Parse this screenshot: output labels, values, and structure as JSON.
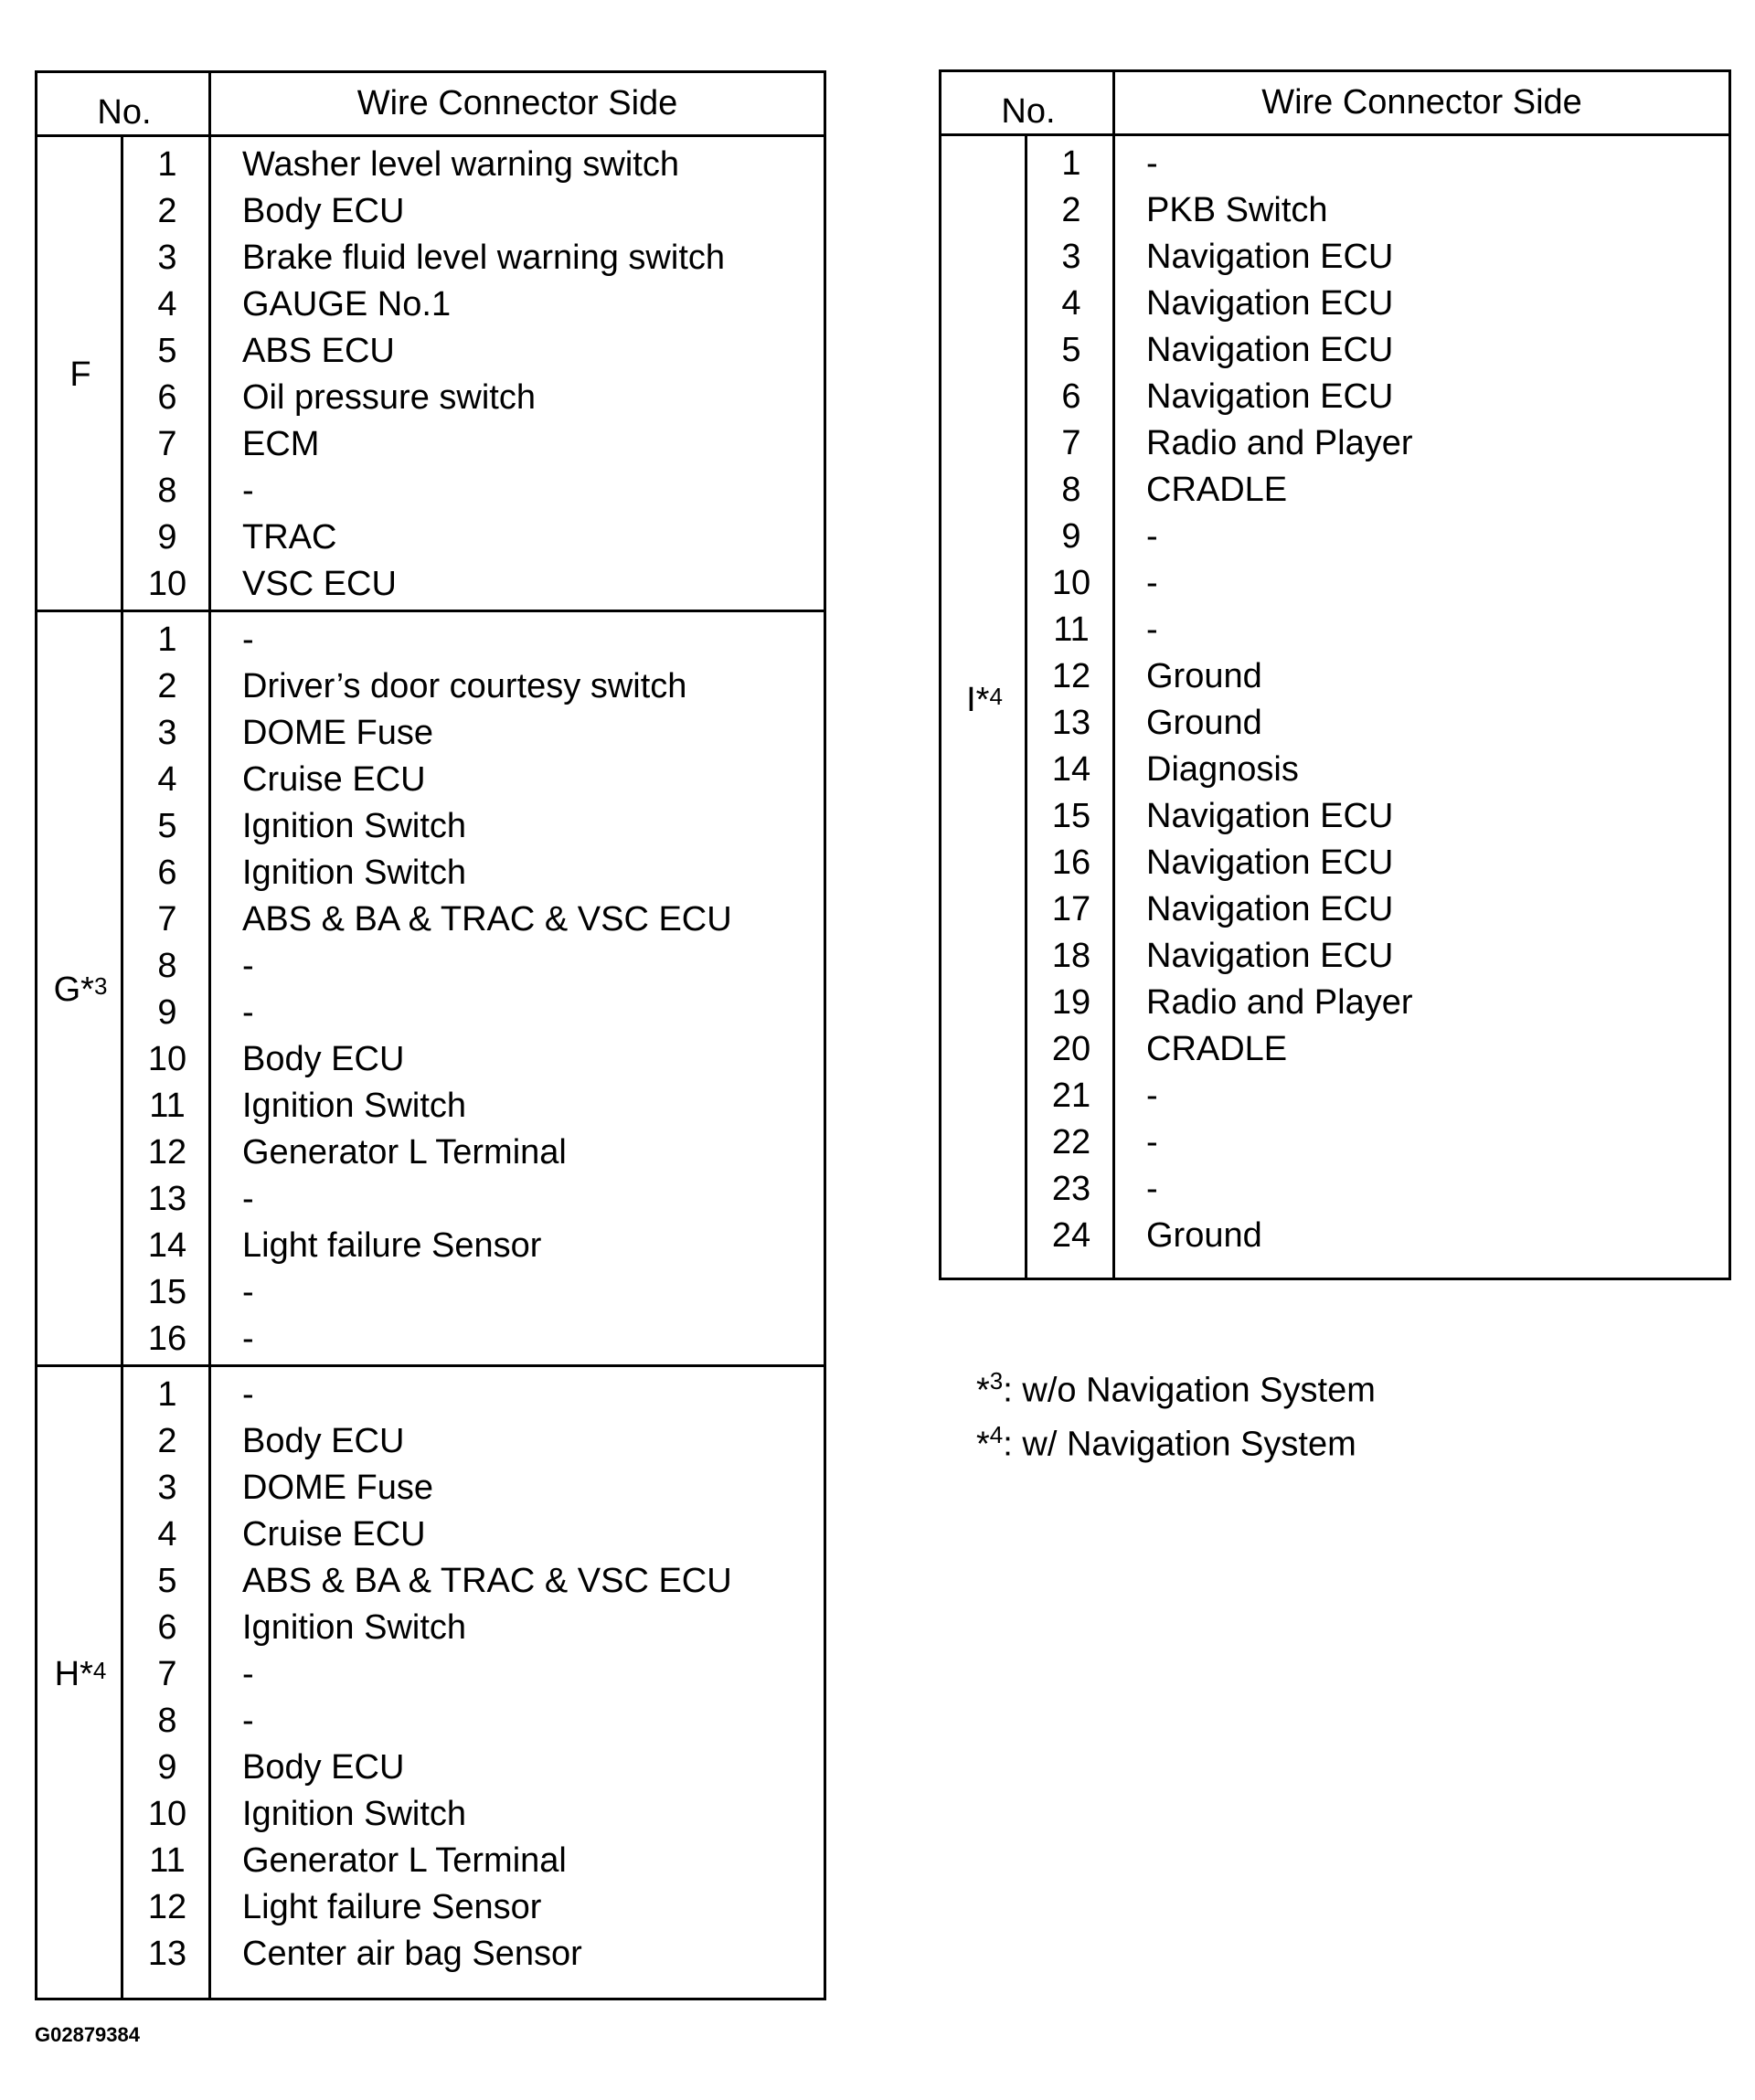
{
  "left_table": {
    "header_no": "No.",
    "header_side": "Wire Connector Side",
    "groups": [
      {
        "id": "F",
        "sup": "",
        "rows": [
          {
            "no": "1",
            "desc": "Washer level warning switch"
          },
          {
            "no": "2",
            "desc": "Body ECU"
          },
          {
            "no": "3",
            "desc": "Brake fluid level warning switch"
          },
          {
            "no": "4",
            "desc": "GAUGE No.1"
          },
          {
            "no": "5",
            "desc": "ABS ECU"
          },
          {
            "no": "6",
            "desc": "Oil pressure switch"
          },
          {
            "no": "7",
            "desc": "ECM"
          },
          {
            "no": "8",
            "desc": "-"
          },
          {
            "no": "9",
            "desc": "TRAC"
          },
          {
            "no": "10",
            "desc": "VSC ECU"
          }
        ]
      },
      {
        "id": "G*",
        "sup": "3",
        "rows": [
          {
            "no": "1",
            "desc": "-"
          },
          {
            "no": "2",
            "desc": "Driver’s door courtesy switch"
          },
          {
            "no": "3",
            "desc": "DOME Fuse"
          },
          {
            "no": "4",
            "desc": "Cruise ECU"
          },
          {
            "no": "5",
            "desc": "Ignition Switch"
          },
          {
            "no": "6",
            "desc": "Ignition Switch"
          },
          {
            "no": "7",
            "desc": "ABS & BA & TRAC & VSC ECU"
          },
          {
            "no": "8",
            "desc": "-"
          },
          {
            "no": "9",
            "desc": "-"
          },
          {
            "no": "10",
            "desc": "Body ECU"
          },
          {
            "no": "11",
            "desc": "Ignition Switch"
          },
          {
            "no": "12",
            "desc": "Generator L Terminal"
          },
          {
            "no": "13",
            "desc": "-"
          },
          {
            "no": "14",
            "desc": "Light failure Sensor"
          },
          {
            "no": "15",
            "desc": "-"
          },
          {
            "no": "16",
            "desc": "-"
          }
        ]
      },
      {
        "id": "H*",
        "sup": "4",
        "rows": [
          {
            "no": "1",
            "desc": "-"
          },
          {
            "no": "2",
            "desc": "Body ECU"
          },
          {
            "no": "3",
            "desc": "DOME Fuse"
          },
          {
            "no": "4",
            "desc": "Cruise ECU"
          },
          {
            "no": "5",
            "desc": "ABS & BA & TRAC & VSC ECU"
          },
          {
            "no": "6",
            "desc": "Ignition Switch"
          },
          {
            "no": "7",
            "desc": "-"
          },
          {
            "no": "8",
            "desc": "-"
          },
          {
            "no": "9",
            "desc": "Body ECU"
          },
          {
            "no": "10",
            "desc": "Ignition Switch"
          },
          {
            "no": "11",
            "desc": "Generator L Terminal"
          },
          {
            "no": "12",
            "desc": "Light failure Sensor"
          },
          {
            "no": "13",
            "desc": "Center air bag Sensor"
          }
        ]
      }
    ]
  },
  "right_table": {
    "header_no": "No.",
    "header_side": "Wire Connector Side",
    "groups": [
      {
        "id": "I*",
        "sup": "4",
        "rows": [
          {
            "no": "1",
            "desc": "-"
          },
          {
            "no": "2",
            "desc": "PKB Switch"
          },
          {
            "no": "3",
            "desc": "Navigation ECU"
          },
          {
            "no": "4",
            "desc": "Navigation ECU"
          },
          {
            "no": "5",
            "desc": "Navigation ECU"
          },
          {
            "no": "6",
            "desc": "Navigation ECU"
          },
          {
            "no": "7",
            "desc": "Radio and Player"
          },
          {
            "no": "8",
            "desc": "CRADLE"
          },
          {
            "no": "9",
            "desc": "-"
          },
          {
            "no": "10",
            "desc": "-"
          },
          {
            "no": "11",
            "desc": "-"
          },
          {
            "no": "12",
            "desc": "Ground"
          },
          {
            "no": "13",
            "desc": "Ground"
          },
          {
            "no": "14",
            "desc": "Diagnosis"
          },
          {
            "no": "15",
            "desc": "Navigation ECU"
          },
          {
            "no": "16",
            "desc": "Navigation ECU"
          },
          {
            "no": "17",
            "desc": "Navigation ECU"
          },
          {
            "no": "18",
            "desc": "Navigation ECU"
          },
          {
            "no": "19",
            "desc": "Radio and Player"
          },
          {
            "no": "20",
            "desc": "CRADLE"
          },
          {
            "no": "21",
            "desc": "-"
          },
          {
            "no": "22",
            "desc": "-"
          },
          {
            "no": "23",
            "desc": "-"
          },
          {
            "no": "24",
            "desc": "Ground"
          }
        ]
      }
    ]
  },
  "notes": [
    {
      "mark": "*",
      "sup": "3",
      "text": ": w/o Navigation System"
    },
    {
      "mark": "*",
      "sup": "4",
      "text": ": w/ Navigation System"
    }
  ],
  "figure_code": "G02879384"
}
